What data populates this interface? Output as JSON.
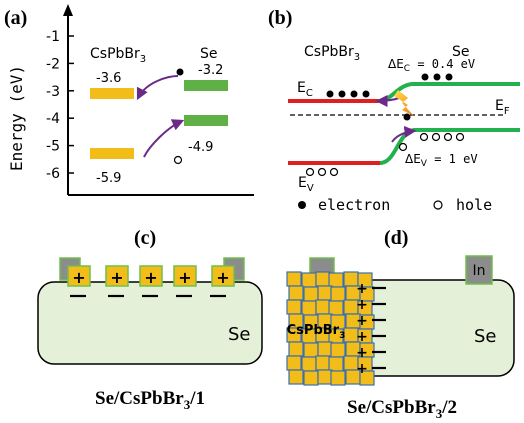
{
  "panel_a": {
    "label": "(a)",
    "axis_title": "Energy  (eV)",
    "ticks": [
      "-1",
      "-2",
      "-3",
      "-4",
      "-5",
      "-6"
    ],
    "material_1": "CsPbBr",
    "material_1_sub": "3",
    "material_2": "Se",
    "cspbbr3_cb": "-3.6",
    "cspbbr3_vb": "-5.9",
    "se_cb": "-3.2",
    "se_vb": "-4.9"
  },
  "panel_b": {
    "label": "(b)",
    "material_1": "CsPbBr",
    "material_1_sub": "3",
    "material_2": "Se",
    "ec": "E",
    "ec_sub": "C",
    "ef": "E",
    "ef_sub": "F",
    "ev": "E",
    "ev_sub": "V",
    "delta_ec": "ΔE",
    "delta_ec_sub": "C",
    "delta_ec_value": " = 0.4 eV",
    "delta_ev": "ΔE",
    "delta_ev_sub": "V",
    "delta_ev_value": " = 1 eV",
    "legend_electron": "electron",
    "legend_hole": "hole"
  },
  "panel_c": {
    "label": "(c)",
    "material": "Se",
    "caption_1": "Se/CsPbBr",
    "caption_sub": "3",
    "caption_2": "/1",
    "plus": "+",
    "minus": "—"
  },
  "panel_d": {
    "label": "(d)",
    "material": "Se",
    "electrode": "In",
    "crystal": "CsPbBr",
    "crystal_sub": "3",
    "caption_1": "Se/CsPbBr",
    "caption_sub": "3",
    "caption_2": "/2",
    "plus": "+",
    "minus": "—"
  },
  "colors": {
    "cspbbr3": "#f2bd18",
    "se": "#5fb046",
    "red": "#e02020",
    "green": "#22b14c",
    "purple": "#6b2a8a",
    "substrate": "#e4f0d8",
    "electrode": "#8c8c8c",
    "outline": "#6fc04a"
  }
}
